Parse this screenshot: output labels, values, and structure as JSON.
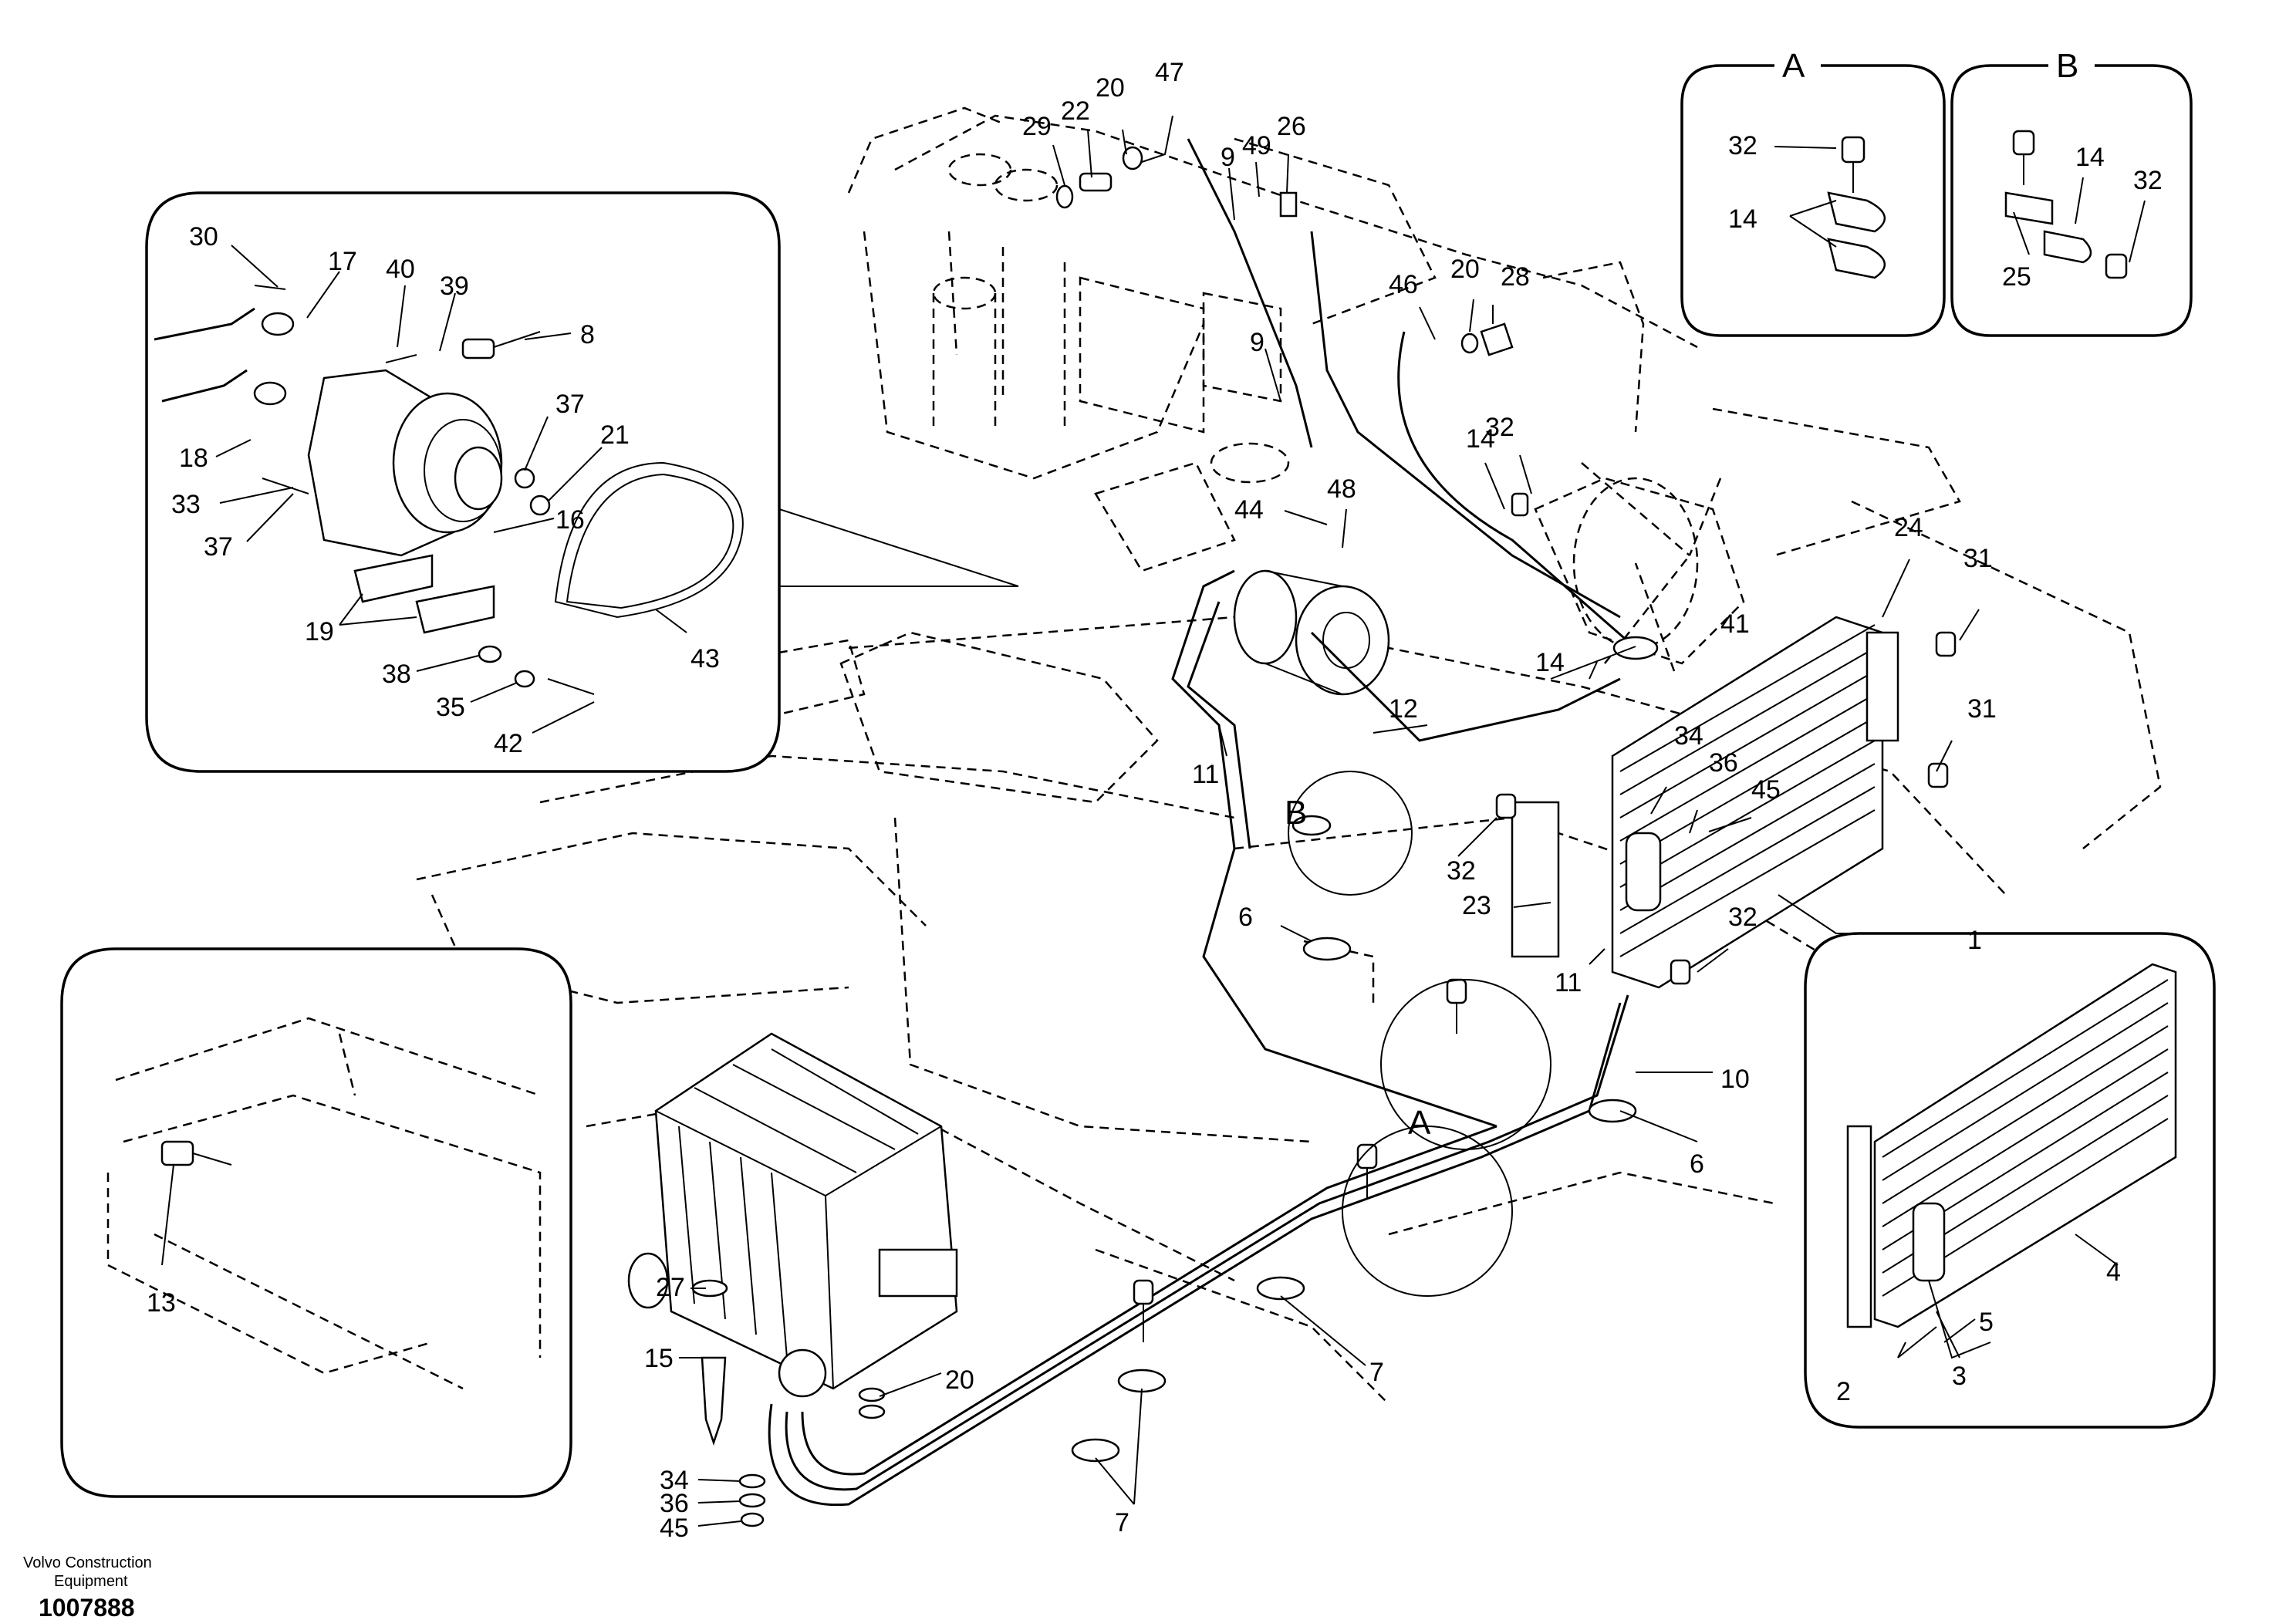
{
  "footer": {
    "brand_line1": "Volvo Construction",
    "brand_line2": "Equipment",
    "figure_id": "1007888"
  },
  "inset_labels": {
    "A": "A",
    "B": "B"
  },
  "view_markers": {
    "A": "A",
    "B": "B"
  },
  "callouts": {
    "c1": "1",
    "c2": "2",
    "c3": "3",
    "c4": "4",
    "c5": "5",
    "c6a": "6",
    "c6b": "6",
    "c7a": "7",
    "c7b": "7",
    "c8": "8",
    "c9a": "9",
    "c9b": "9",
    "c10": "10",
    "c11a": "11",
    "c11b": "11",
    "c12": "12",
    "c13": "13",
    "c14a": "14",
    "c14b": "14",
    "c14c": "14",
    "c14d": "14",
    "c15": "15",
    "c16": "16",
    "c17": "17",
    "c18": "18",
    "c19": "19",
    "c20a": "20",
    "c20b": "20",
    "c20c": "20",
    "c21": "21",
    "c22": "22",
    "c23": "23",
    "c24": "24",
    "c25": "25",
    "c26": "26",
    "c27": "27",
    "c28": "28",
    "c29": "29",
    "c30": "30",
    "c31a": "31",
    "c31b": "31",
    "c32a": "32",
    "c32b": "32",
    "c32c": "32",
    "c32d": "32",
    "c32e": "32",
    "c33": "33",
    "c34a": "34",
    "c34b": "34",
    "c35": "35",
    "c36a": "36",
    "c36b": "36",
    "c37a": "37",
    "c37b": "37",
    "c38": "38",
    "c39": "39",
    "c40": "40",
    "c41": "41",
    "c42": "42",
    "c43": "43",
    "c44": "44",
    "c45a": "45",
    "c45b": "45",
    "c46": "46",
    "c47": "47",
    "c48": "48",
    "c49": "49"
  }
}
